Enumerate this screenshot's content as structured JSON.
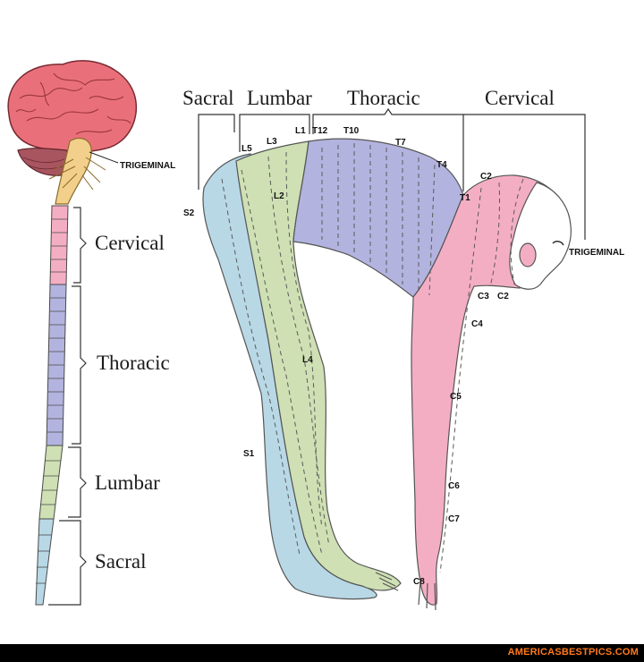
{
  "colors": {
    "cervical": "#f4aec4",
    "thoracic": "#b3b3df",
    "lumbar": "#cfe0b4",
    "sacral": "#b8d8e6",
    "brain": "#e9707a",
    "brainstem": "#f2d08c",
    "footer": "#000000",
    "credit": "#ff7a1a"
  },
  "spine_labels": {
    "cervical": "Cervical",
    "thoracic": "Thoracic",
    "lumbar": "Lumbar",
    "sacral": "Sacral"
  },
  "top_labels": {
    "sacral": "Sacral",
    "lumbar": "Lumbar",
    "thoracic": "Thoracic",
    "cervical": "Cervical"
  },
  "nerve_labels": {
    "trigeminal_left": "TRIGEMINAL",
    "trigeminal_right": "TRIGEMINAL"
  },
  "dermatome_labels": {
    "s2": "S2",
    "l5": "L5",
    "l3": "L3",
    "l1": "L1",
    "t12": "T12",
    "t10": "T10",
    "t7": "T7",
    "t4": "T4",
    "c2_top": "C2",
    "t1": "T1",
    "l2": "L2",
    "c3": "C3",
    "c2": "C2",
    "c4": "C4",
    "l4": "L4",
    "c5": "C5",
    "s1": "S1",
    "c6": "C6",
    "c7": "C7",
    "c8": "C8"
  },
  "footer": {
    "credit": "AMERICASBESTPICS.COM"
  }
}
